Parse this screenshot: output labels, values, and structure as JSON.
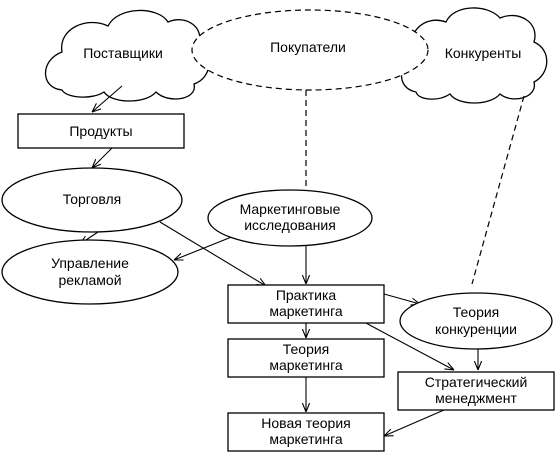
{
  "nodes": {
    "suppliers": "Поставщики",
    "buyers": "Покупатели",
    "competitors": "Конкуренты",
    "products": "Продукты",
    "trade": "Торговля",
    "marketing_research": [
      "Маркетинговые",
      "исследования"
    ],
    "advertising_management": [
      "Управление",
      "рекламой"
    ],
    "marketing_practice": [
      "Практика",
      "маркетинга"
    ],
    "competition_theory": [
      "Теория",
      "конкуренции"
    ],
    "marketing_theory": [
      "Теория",
      "маркетинга"
    ],
    "strategic_management": [
      "Стратегический",
      "менеджмент"
    ],
    "new_marketing_theory": [
      "Новая теория",
      "маркетинга"
    ]
  }
}
